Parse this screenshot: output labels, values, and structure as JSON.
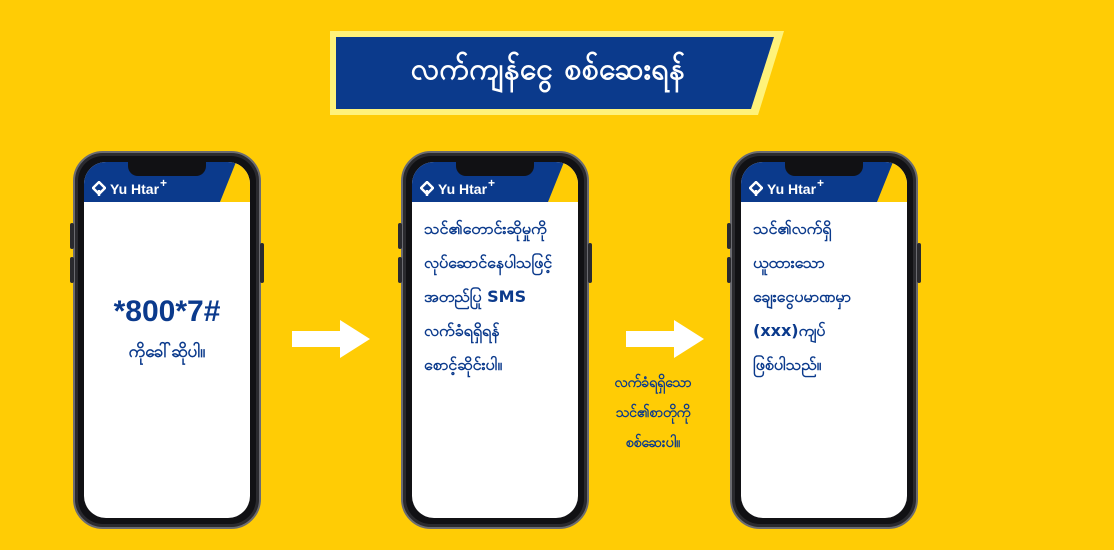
{
  "banner": {
    "title": "လက်ကျန်ငွေ စစ်ဆေးရန်"
  },
  "brand": {
    "name": "Yu Htar",
    "mark": "+"
  },
  "phone1": {
    "code": "*800*7#",
    "instruction": "ကိုခေါ်ဆိုပါ။"
  },
  "phone2": {
    "lines": [
      "သင်၏တောင်းဆိုမှုကို",
      "လုပ်ဆောင်နေပါသဖြင့်",
      "အတည်ပြု SMS",
      "လက်ခံရရှိရန်",
      "စောင့်ဆိုင်းပါ။"
    ]
  },
  "phone3": {
    "lines": [
      "သင်၏လက်ရှိ",
      "ယူထားသော",
      "ချေးငွေပမာဏမှာ",
      "(xxx)ကျပ်",
      "ဖြစ်ပါသည်။"
    ]
  },
  "caption": {
    "lines": [
      "လက်ခံရရှိသော",
      "သင်၏စာတိုကို",
      "စစ်ဆေးပါ။"
    ]
  },
  "colors": {
    "background": "#FFCC05",
    "navy": "#0B3A8C",
    "banner_border": "#FFF27A",
    "white": "#FFFFFF"
  },
  "icons": [
    "yu-htar-logo-icon",
    "right-arrow-icon"
  ]
}
